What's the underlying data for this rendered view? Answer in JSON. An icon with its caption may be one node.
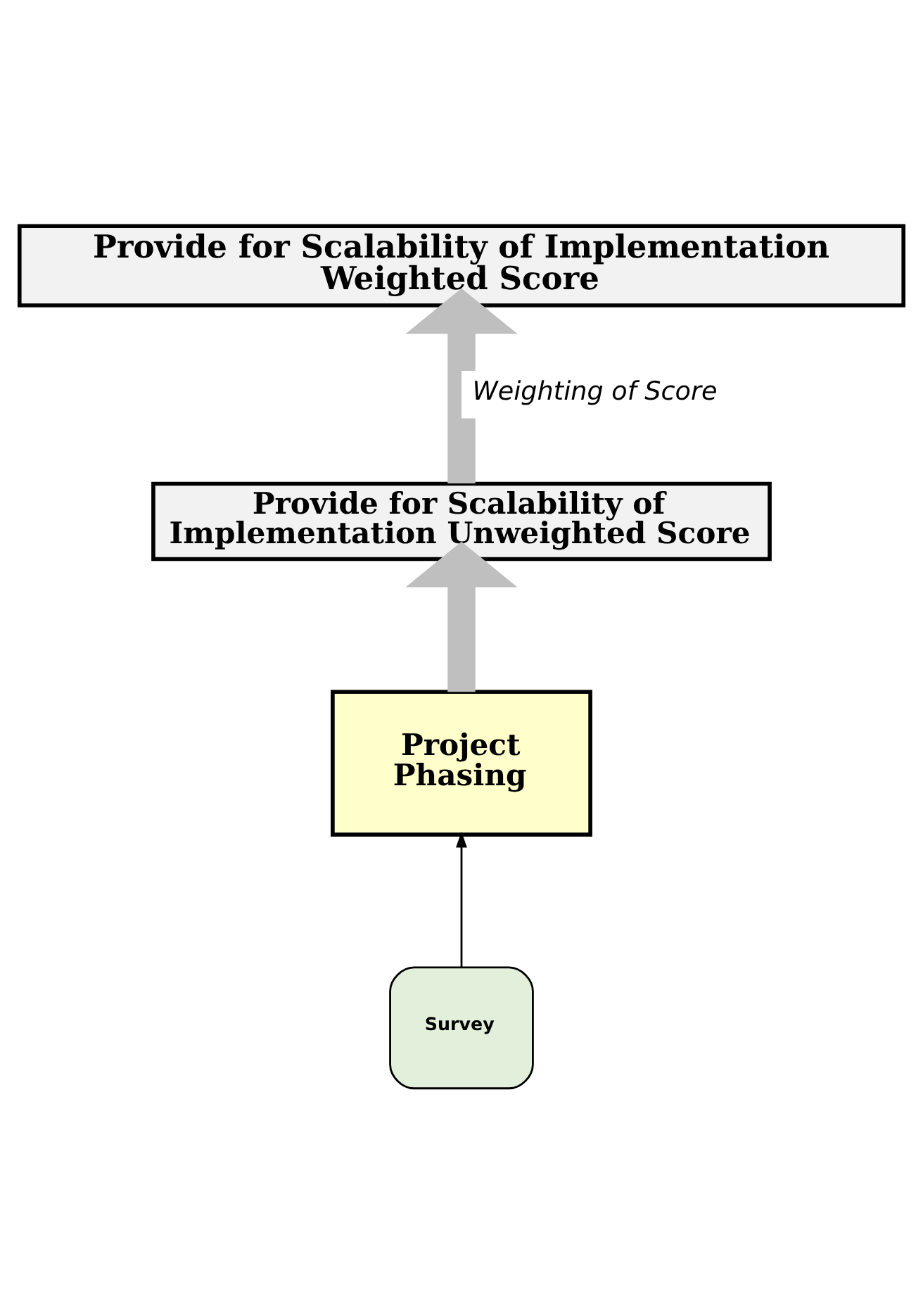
{
  "diagram": {
    "nodes": [
      {
        "text": [
          "Provide for Scalability of Implementation Weighted Score"
        ]
      },
      {
        "text": [
          "Provide for Scalability of Implementation Unweighted Score"
        ]
      },
      {
        "text": [
          "Project Phasing"
        ]
      },
      {
        "text": [
          "Survey"
        ]
      }
    ],
    "edges": [
      {
        "from": 3,
        "to": 2,
        "arrow": "to",
        "color": "#000000"
      },
      {
        "from": 2,
        "to": 1,
        "arrow": "to"
      },
      {
        "from": 1,
        "to": 0,
        "arrow": "to",
        "label": "Weighting of Score"
      }
    ]
  }
}
